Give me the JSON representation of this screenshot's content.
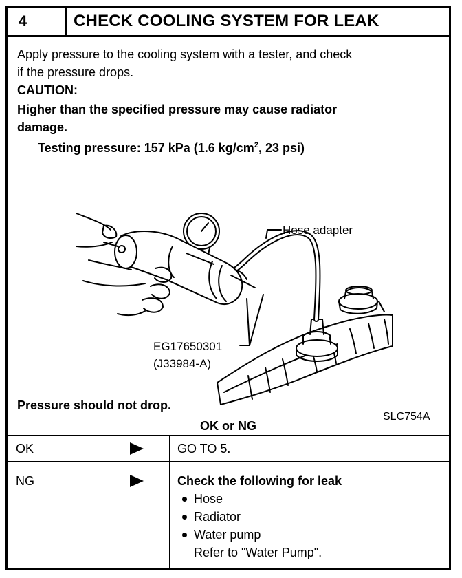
{
  "header": {
    "step_number": "4",
    "title": "CHECK COOLING SYSTEM FOR LEAK"
  },
  "instructions": {
    "line1": "Apply pressure to the cooling system with a tester, and check",
    "line2": "if the pressure drops.",
    "caution_label": "CAUTION:",
    "caution_line1": "Higher than the specified pressure may cause radiator",
    "caution_line2": "damage.",
    "testing_pressure_prefix": "Testing pressure: 157 kPa (1.6 kg/cm",
    "testing_pressure_sup": "2",
    "testing_pressure_suffix": ", 23 psi)"
  },
  "diagram": {
    "label_hose_adapter": "Hose adapter",
    "label_tool_number": "EG17650301",
    "label_tool_alt": "(J33984-A)",
    "figure_id": "SLC754A"
  },
  "result": {
    "expected": "Pressure should not drop.",
    "question": "OK or NG"
  },
  "outcomes": [
    {
      "result": "OK",
      "action_title": "GO TO 5.",
      "items": [],
      "note": ""
    },
    {
      "result": "NG",
      "action_title": "Check the following for leak",
      "items": [
        "Hose",
        "Radiator",
        "Water pump"
      ],
      "note": "Refer to \"Water Pump\"."
    }
  ],
  "colors": {
    "ink": "#000000",
    "paper": "#ffffff"
  },
  "icons": {
    "arrow": "arrow-right-icon"
  }
}
